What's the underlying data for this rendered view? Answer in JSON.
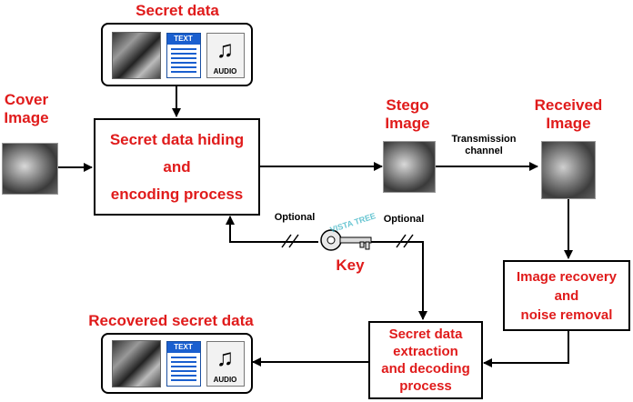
{
  "secret_data": {
    "title": "Secret data",
    "text_icon_label": "TEXT",
    "audio_icon_label": "AUDIO"
  },
  "cover": {
    "line1": "Cover",
    "line2": "Image"
  },
  "hiding": {
    "line1": "Secret data hiding",
    "line2": "and",
    "line3": "encoding process"
  },
  "stego": {
    "line1": "Stego",
    "line2": "Image"
  },
  "transmission": {
    "line1": "Transmission",
    "line2": "channel"
  },
  "received": {
    "line1": "Received",
    "line2": "Image"
  },
  "recovery": {
    "line1": "Image recovery",
    "line2": "and",
    "line3": "noise removal"
  },
  "extraction": {
    "line1": "Secret data",
    "line2": "extraction",
    "line3": "and decoding",
    "line4": "process"
  },
  "recovered": {
    "title": "Recovered secret data",
    "text_icon_label": "TEXT",
    "audio_icon_label": "AUDIO"
  },
  "key": {
    "label": "Key",
    "optional_left": "Optional",
    "optional_right": "Optional",
    "watermark": "VISTA TREE"
  },
  "colors": {
    "accent": "#e01b1b",
    "line": "#000000"
  }
}
